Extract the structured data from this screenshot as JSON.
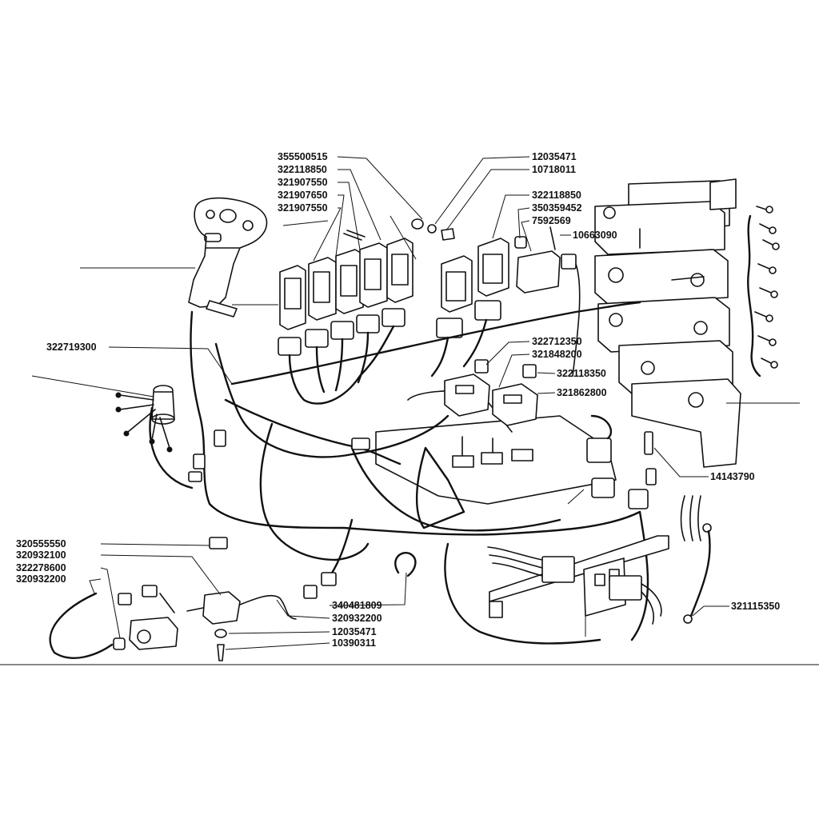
{
  "parts": {
    "p355500515": "355500515",
    "p322118850a": "322118850",
    "p321907550a": "321907550",
    "p321907650": "321907650",
    "p321907550b": "321907550",
    "p12035471a": "12035471",
    "p10718011": "10718011",
    "p322118850b": "322118850",
    "p350359452": "350359452",
    "p7592569": "7592569",
    "p10663090": "10663090",
    "p322719300": "322719300",
    "p322712350": "322712350",
    "p321848200": "321848200",
    "p322118350": "322118350",
    "p321862800": "321862800",
    "p14143790": "14143790",
    "p320555550": "320555550",
    "p320932100": "320932100",
    "p322278600": "322278600",
    "p320932200a": "320932200",
    "p340481809": "340481809",
    "p320932200b": "320932200",
    "p12035471b": "12035471",
    "p10390311": "10390311",
    "p321115350": "321115350"
  },
  "colors": {
    "ink": "#111111",
    "paper": "#ffffff"
  }
}
